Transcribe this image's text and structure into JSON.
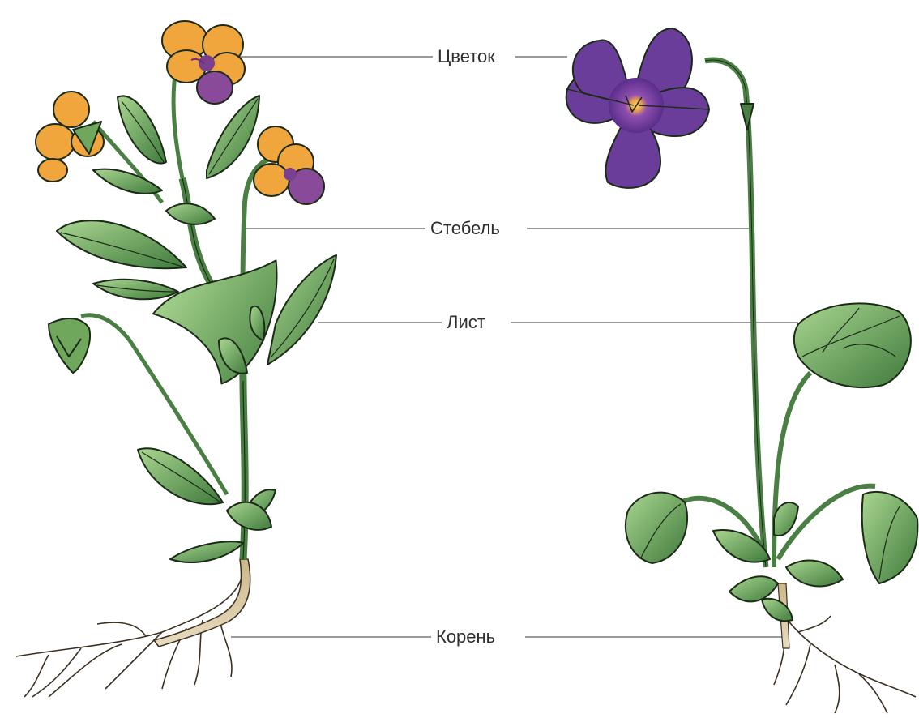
{
  "labels": {
    "flower": "Цветок",
    "stem": "Стебель",
    "leaf": "Лист",
    "root": "Корень"
  },
  "colors": {
    "leaf": "#4f8a4a",
    "leaf_light": "#9fcf88",
    "leaf_outline": "#1c2a18",
    "stem": "#4a7f44",
    "root": "#d9c9a0",
    "pansy_yellow": "#f0a63c",
    "pansy_purple": "#7a3f8f",
    "violet_petal": "#6a3d9a",
    "violet_center": "#f2c12e",
    "line": "#9a9a9a"
  }
}
